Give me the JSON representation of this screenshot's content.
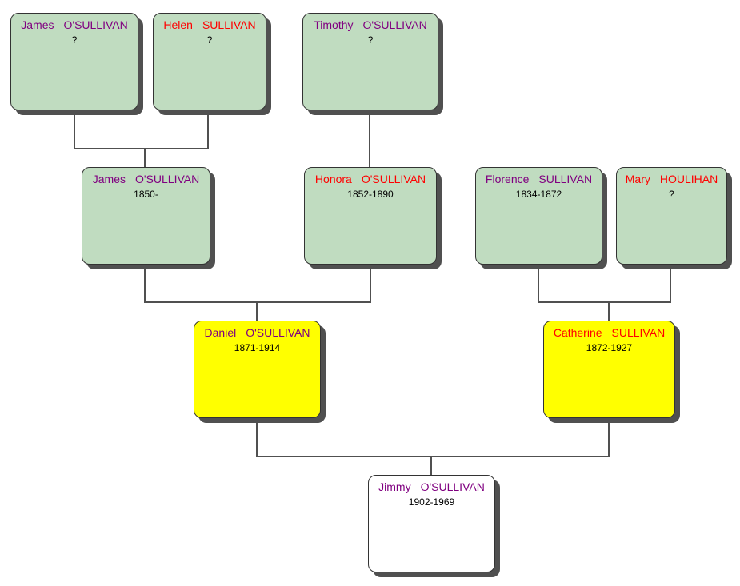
{
  "colors": {
    "male": "#800080",
    "female": "#ff0000",
    "ancestor": "#c0dcc0",
    "parent": "#ffff00",
    "root": "#ffffff"
  },
  "people": [
    {
      "first": "James",
      "last": "O'SULLIVAN",
      "dates": "?",
      "sex": "male"
    },
    {
      "first": "Helen",
      "last": "SULLIVAN",
      "dates": "?",
      "sex": "female"
    },
    {
      "first": "Timothy",
      "last": "O'SULLIVAN",
      "dates": "?",
      "sex": "male"
    },
    {
      "first": "James",
      "last": "O'SULLIVAN",
      "dates": "1850-",
      "sex": "male"
    },
    {
      "first": "Honora",
      "last": "O'SULLIVAN",
      "dates": "1852-1890",
      "sex": "female"
    },
    {
      "first": "Florence",
      "last": "SULLIVAN",
      "dates": "1834-1872",
      "sex": "male"
    },
    {
      "first": "Mary",
      "last": "HOULIHAN",
      "dates": "?",
      "sex": "female"
    },
    {
      "first": "Daniel",
      "last": "O'SULLIVAN",
      "dates": "1871-1914",
      "sex": "male"
    },
    {
      "first": "Catherine",
      "last": "SULLIVAN",
      "dates": "1872-1927",
      "sex": "female"
    },
    {
      "first": "Jimmy",
      "last": "O'SULLIVAN",
      "dates": "1902-1969",
      "sex": "male"
    }
  ]
}
